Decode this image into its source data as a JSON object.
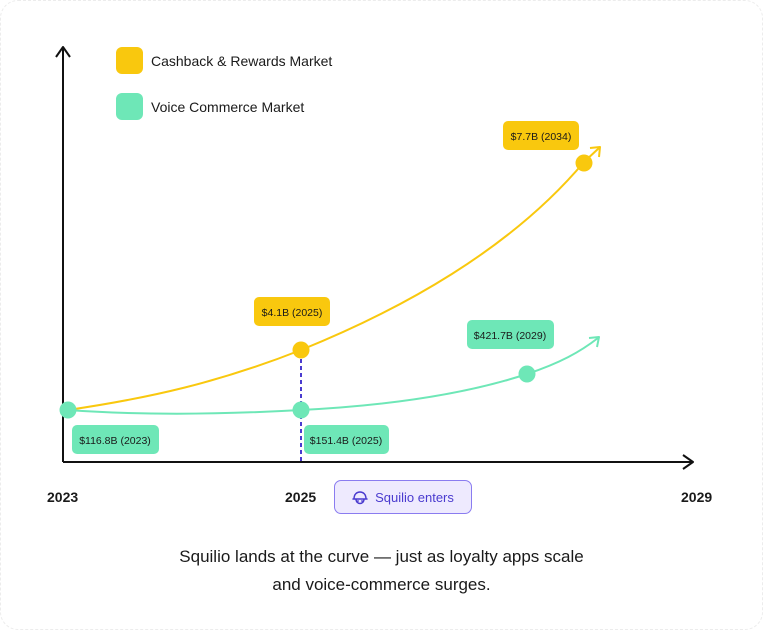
{
  "legend": [
    {
      "label": "Cashback & Rewards Market",
      "color": "#f9c80e"
    },
    {
      "label": "Voice Commerce Market",
      "color": "#6ee7b7"
    }
  ],
  "x_ticks": [
    "2023",
    "2025",
    "2029"
  ],
  "badge": {
    "label": "Squilio enters",
    "icon": "squilio-hat-icon",
    "color": "#4a3bcf"
  },
  "caption": {
    "line1": "Squilio lands at the curve — just as loyalty apps scale",
    "line2": "and voice-commerce surges."
  },
  "chart_data": {
    "type": "line",
    "x_range": [
      2023,
      2029
    ],
    "series": [
      {
        "name": "Cashback & Rewards Market",
        "color": "#f9c80e",
        "points": [
          {
            "x": 2025,
            "y": 4.1,
            "label": "$4.1B (2025)"
          },
          {
            "x": 2034,
            "y": 7.7,
            "label": "$7.7B (2034)"
          }
        ]
      },
      {
        "name": "Voice Commerce Market",
        "color": "#6ee7b7",
        "points": [
          {
            "x": 2023,
            "y": 116.8,
            "label": "$116.8B (2023)"
          },
          {
            "x": 2025,
            "y": 151.4,
            "label": "$151.4B (2025)"
          },
          {
            "x": 2029,
            "y": 421.7,
            "label": "$421.7B (2029)"
          }
        ]
      }
    ],
    "marker": {
      "x": 2025,
      "label": "Squilio enters"
    }
  }
}
